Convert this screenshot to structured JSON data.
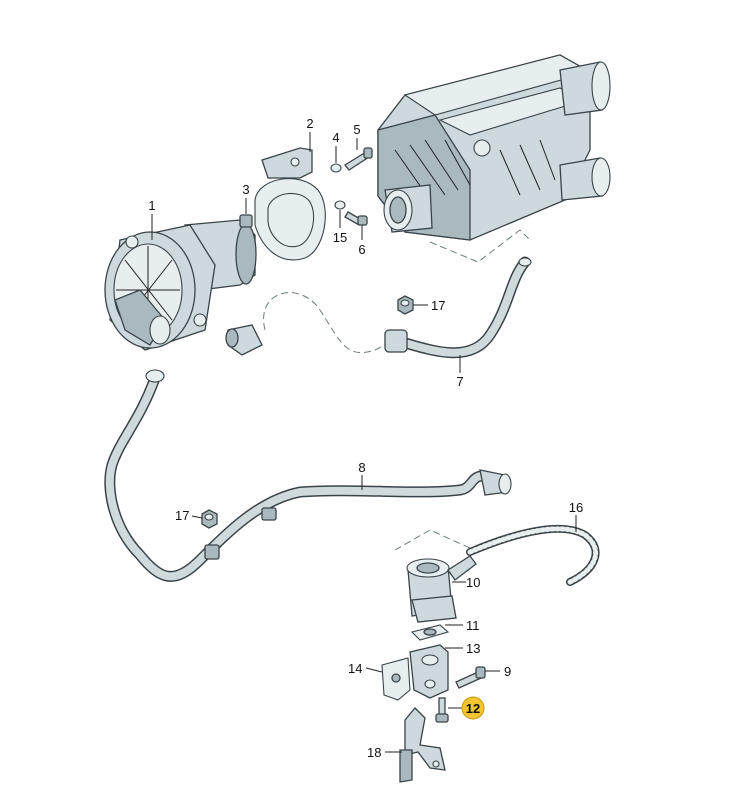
{
  "callouts": [
    {
      "id": "c1",
      "text": "1"
    },
    {
      "id": "c2",
      "text": "2"
    },
    {
      "id": "c3",
      "text": "3"
    },
    {
      "id": "c4",
      "text": "4"
    },
    {
      "id": "c5",
      "text": "5"
    },
    {
      "id": "c6",
      "text": "6"
    },
    {
      "id": "c7",
      "text": "7"
    },
    {
      "id": "c8",
      "text": "8"
    },
    {
      "id": "c9",
      "text": "9"
    },
    {
      "id": "c10",
      "text": "10"
    },
    {
      "id": "c11",
      "text": "11"
    },
    {
      "id": "c12",
      "text": "12"
    },
    {
      "id": "c13",
      "text": "13"
    },
    {
      "id": "c14",
      "text": "14"
    },
    {
      "id": "c15",
      "text": "15"
    },
    {
      "id": "c16",
      "text": "16"
    },
    {
      "id": "c17a",
      "text": "17"
    },
    {
      "id": "c17b",
      "text": "17"
    },
    {
      "id": "c18",
      "text": "18"
    }
  ],
  "highlight": {
    "callout": "12",
    "color": "#f2c531"
  },
  "colors": {
    "part": "#cdd9dd",
    "outline": "#3a4448",
    "hose": "#cfdadd",
    "badge": "#f2c531"
  }
}
